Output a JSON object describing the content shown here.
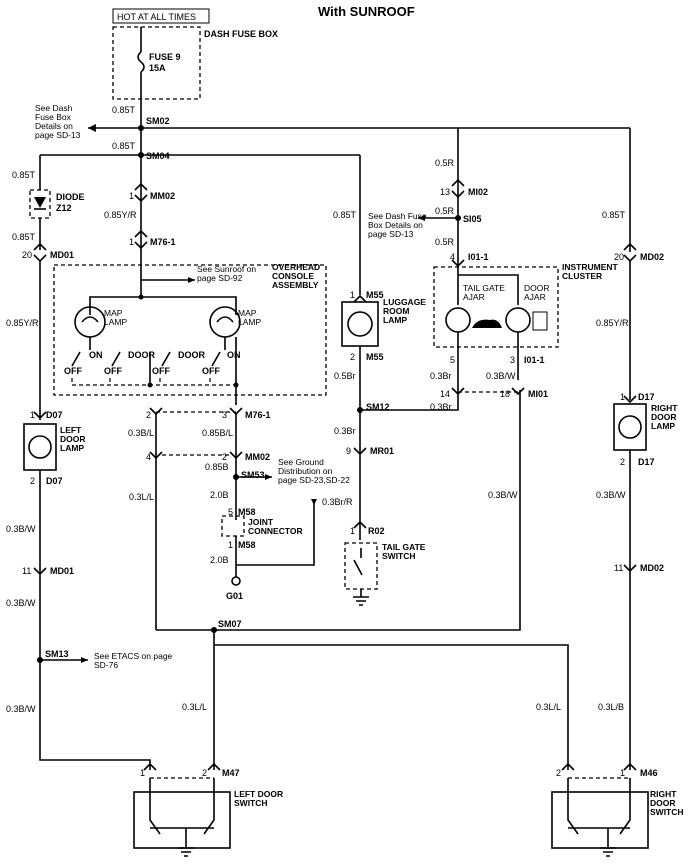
{
  "title": "With SUNROOF",
  "hot_label": "HOT AT ALL TIMES",
  "dash_fuse_box": "DASH FUSE BOX",
  "fuse": {
    "name": "FUSE 9",
    "rating": "15A"
  },
  "notes": {
    "dash_fuse_left": "See Dash Fuse Box Details on page SD-13",
    "dash_fuse_right": "See Dash Fuse Box Details on page SD-13",
    "sunroof": "See Sunroof on page SD-92",
    "ground": "See Ground Distribution on page SD-23,SD-22",
    "etacs": "See ETACS on page SD-76"
  },
  "components": {
    "diode": {
      "name": "DIODE",
      "code": "Z12"
    },
    "overhead": "OVERHEAD CONSOLE ASSEMBLY",
    "map_lamp": "MAP LAMP",
    "luggage": "LUGGAGE ROOM LAMP",
    "cluster": "INSTRUMENT CLUSTER",
    "tail_gate_ajar": "TAIL GATE AJAR",
    "door_ajar": "DOOR AJAR",
    "left_door_lamp": "LEFT DOOR LAMP",
    "right_door_lamp": "RIGHT DOOR LAMP",
    "joint": "JOINT CONNECTOR",
    "tail_switch": "TAIL GATE SWITCH",
    "left_switch": "LEFT DOOR SWITCH",
    "right_switch": "RIGHT DOOR SWITCH",
    "sw_on": "ON",
    "sw_off": "OFF",
    "sw_door": "DOOR"
  },
  "splices": {
    "sm02": "SM02",
    "sm04": "SM04",
    "si05": "SI05",
    "sm12": "SM12",
    "sm53": "SM53",
    "sm07": "SM07",
    "sm13": "SM13"
  },
  "connectors": {
    "mi02": "MI02",
    "mm02": "MM02",
    "m76": "M76-1",
    "md01": "MD01",
    "md02": "MD02",
    "m55": "M55",
    "i01": "I01-1",
    "mi01": "MI01",
    "d07": "D07",
    "d17": "D17",
    "mr01": "MR01",
    "r02": "R02",
    "m58": "M58",
    "g01": "G01",
    "m47": "M47",
    "m46": "M46"
  },
  "pins": {
    "p1": "1",
    "p2": "2",
    "p3": "3",
    "p4": "4",
    "p5": "5",
    "p9": "9",
    "p11": "11",
    "p13": "13",
    "p14": "14",
    "p18": "18",
    "p20": "20"
  },
  "wires": {
    "w085t": "0.85T",
    "w05r": "0.5R",
    "w085yr": "0.85Y/R",
    "w05br": "0.5Br",
    "w03br": "0.3Br",
    "w03bw": "0.3B/W",
    "w03bl": "0.3B/L",
    "w085bl": "0.85B/L",
    "w085b": "0.85B",
    "w20b": "2.0B",
    "w03ll": "0.3L/L",
    "w03brr": "0.3Br/R",
    "w03lb": "0.3L/B"
  }
}
